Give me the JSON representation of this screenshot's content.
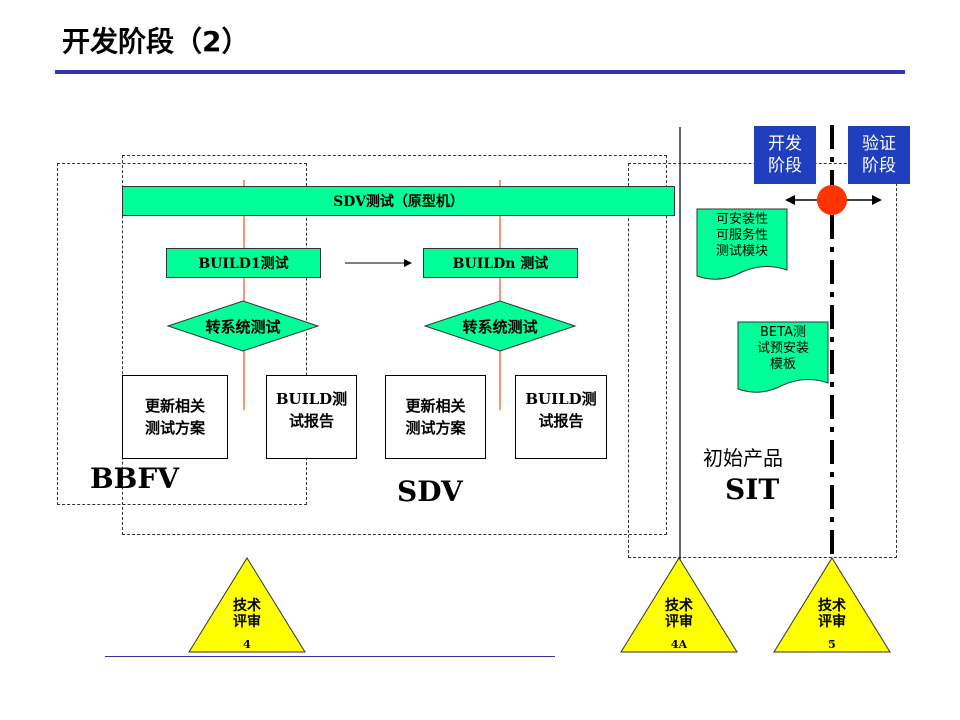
{
  "title": "开发阶段（2）",
  "sdv_bar": "SDV测试（原型机）",
  "build1": "BUILD1测试",
  "buildn": "BUILDn 测试",
  "diamond_1": "转系统测试",
  "diamond_2": "转系统测试",
  "box_1": [
    "更新相关",
    "测试方案"
  ],
  "box_2": [
    "BUILD测",
    "试报告"
  ],
  "box_3": [
    "更新相关",
    "测试方案"
  ],
  "box_4": [
    "BUILD测",
    "试报告"
  ],
  "label_bbfv": "BBFV",
  "label_sdv": "SDV",
  "label_initial_product": "初始产品",
  "label_sit": "SIT",
  "phase_dev": [
    "开发",
    "阶段"
  ],
  "phase_verify": [
    "验证",
    "阶段"
  ],
  "doc_1": [
    "可安装性",
    "可服务性",
    "测试模块"
  ],
  "doc_2": [
    "BETA测",
    "试预安装",
    "模板"
  ],
  "review_4": {
    "text": [
      "技术",
      "评审"
    ],
    "num": "4"
  },
  "review_4a": {
    "text": [
      "技术",
      "评审"
    ],
    "num": "4A"
  },
  "review_5": {
    "text": [
      "技术",
      "评审"
    ],
    "num": "5"
  },
  "colors": {
    "green": "#00ff99",
    "blue": "#1f3fbf",
    "yellow": "#ffff00",
    "red": "#ff3300",
    "orange_line": "#e05a1c",
    "rule": "#3333b3"
  }
}
